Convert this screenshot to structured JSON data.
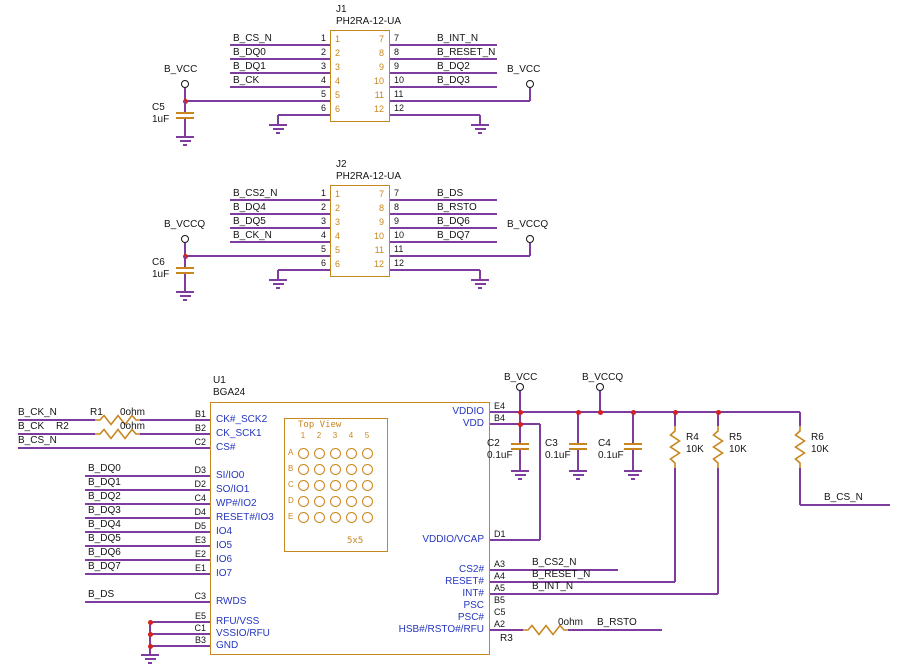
{
  "palette": {
    "wire": "#7D3C9E",
    "component": "#C8861E",
    "pin_name_text": "#2536C0",
    "junction": "#D42222",
    "text": "#141414",
    "background": "#FFFFFF"
  },
  "power": {
    "vcc": "B_VCC",
    "vccq": "B_VCCQ"
  },
  "connectors": {
    "j1": {
      "ref": "J1",
      "part": "PH2RA-12-UA",
      "pins_left": [
        "1",
        "2",
        "3",
        "4",
        "5",
        "6"
      ],
      "pins_right": [
        "7",
        "8",
        "9",
        "10",
        "11",
        "12"
      ],
      "nets_left": [
        "B_CS_N",
        "B_DQ0",
        "B_DQ1",
        "B_CK"
      ],
      "nets_right": [
        "B_INT_N",
        "B_RESET_N",
        "B_DQ2",
        "B_DQ3"
      ],
      "power_net": "B_VCC",
      "cap": {
        "ref": "C5",
        "value": "1uF"
      }
    },
    "j2": {
      "ref": "J2",
      "part": "PH2RA-12-UA",
      "pins_left": [
        "1",
        "2",
        "3",
        "4",
        "5",
        "6"
      ],
      "pins_right": [
        "7",
        "8",
        "9",
        "10",
        "11",
        "12"
      ],
      "nets_left": [
        "B_CS2_N",
        "B_DQ4",
        "B_DQ5",
        "B_CK_N"
      ],
      "nets_right": [
        "B_DS",
        "B_RSTO",
        "B_DQ6",
        "B_DQ7"
      ],
      "power_net": "B_VCCQ",
      "cap": {
        "ref": "C6",
        "value": "1uF"
      }
    }
  },
  "u1": {
    "ref": "U1",
    "part": "BGA24",
    "top_view": {
      "title": "Top View",
      "cols": [
        "1",
        "2",
        "3",
        "4",
        "5"
      ],
      "rows": [
        "A",
        "B",
        "C",
        "D",
        "E"
      ],
      "size_label": "5x5"
    },
    "pins_left": [
      {
        "des": "B1",
        "name": "CK#_SCK2"
      },
      {
        "des": "B2",
        "name": "CK_SCK1"
      },
      {
        "des": "C2",
        "name": "CS#"
      },
      {
        "des": "D3",
        "name": "SI/IO0"
      },
      {
        "des": "D2",
        "name": "SO/IO1"
      },
      {
        "des": "C4",
        "name": "WP#/IO2"
      },
      {
        "des": "D4",
        "name": "RESET#/IO3"
      },
      {
        "des": "D5",
        "name": "IO4"
      },
      {
        "des": "E3",
        "name": "IO5"
      },
      {
        "des": "E2",
        "name": "IO6"
      },
      {
        "des": "E1",
        "name": "IO7"
      },
      {
        "des": "C3",
        "name": "RWDS"
      },
      {
        "des": "E5",
        "name": "RFU/VSS"
      },
      {
        "des": "C1",
        "name": "VSSIO/RFU"
      },
      {
        "des": "B3",
        "name": "GND"
      }
    ],
    "pins_right": [
      {
        "des": "E4",
        "name": "VDDIO"
      },
      {
        "des": "B4",
        "name": "VDD"
      },
      {
        "des": "D1",
        "name": "VDDIO/VCAP"
      },
      {
        "des": "A3",
        "name": "CS2#"
      },
      {
        "des": "A4",
        "name": "RESET#"
      },
      {
        "des": "A5",
        "name": "INT#"
      },
      {
        "des": "B5",
        "name": "PSC"
      },
      {
        "des": "C5",
        "name": "PSC#"
      },
      {
        "des": "A2",
        "name": "HSB#/RSTO#/RFU"
      }
    ],
    "net_ck_n": "B_CK_N",
    "net_ck": "B_CK",
    "net_cs_n": "B_CS_N",
    "net_ds": "B_DS",
    "nets_left_data": [
      "B_DQ0",
      "B_DQ1",
      "B_DQ2",
      "B_DQ3",
      "B_DQ4",
      "B_DQ5",
      "B_DQ6",
      "B_DQ7"
    ],
    "nets_right": {
      "cs2": "B_CS2_N",
      "reset": "B_RESET_N",
      "int": "B_INT_N",
      "rsto": "B_RSTO",
      "cs_pullup": "B_CS_N"
    }
  },
  "resistors": {
    "r1": {
      "ref": "R1",
      "value": "0ohm"
    },
    "r2": {
      "ref": "R2",
      "value": "0ohm"
    },
    "r3": {
      "ref": "R3",
      "value": "0ohm"
    },
    "r4": {
      "ref": "R4",
      "value": "10K"
    },
    "r5": {
      "ref": "R5",
      "value": "10K"
    },
    "r6": {
      "ref": "R6",
      "value": "10K"
    }
  },
  "capacitors": {
    "c2": {
      "ref": "C2",
      "value": "0.1uF"
    },
    "c3": {
      "ref": "C3",
      "value": "0.1uF"
    },
    "c4": {
      "ref": "C4",
      "value": "0.1uF"
    }
  }
}
